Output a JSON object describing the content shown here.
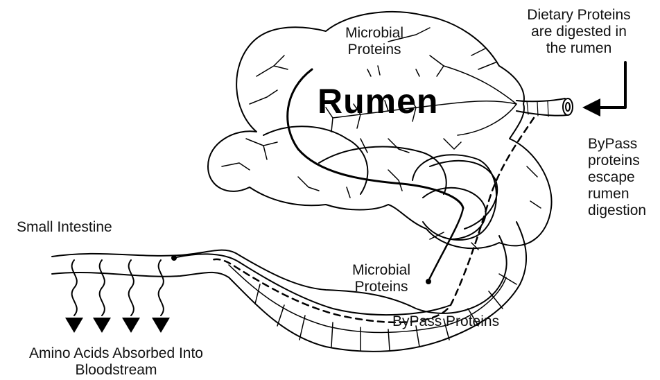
{
  "labels": {
    "rumen_title": "Rumen",
    "microbial_proteins_top": "Microbial\nProteins",
    "dietary_proteins": "Dietary Proteins\nare digested in\nthe rumen",
    "bypass_escape": "ByPass\nproteins\nescape\nrumen\ndigestion",
    "small_intestine": "Small Intestine",
    "microbial_proteins_bottom": "Microbial\nProteins",
    "bypass_proteins": "ByPass Proteins",
    "amino_acids": "Amino Acids Absorbed Into\nBloodstream"
  },
  "colors": {
    "line": "#000000",
    "background": "#ffffff"
  }
}
